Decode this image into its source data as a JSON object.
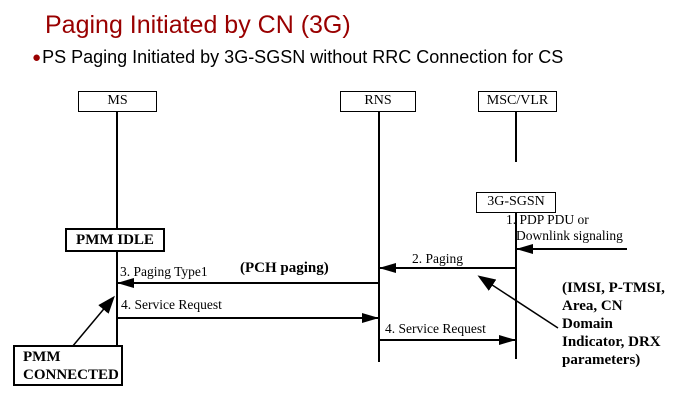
{
  "title": "Paging Initiated by CN (3G)",
  "subtitle": {
    "bullet": "●",
    "text": "PS Paging Initiated by 3G-SGSN without RRC Connection for CS"
  },
  "colors": {
    "title_color": "#990000",
    "line_color": "#000000"
  },
  "actors": {
    "ms": "MS",
    "rns": "RNS",
    "msc_vlr": "MSC/VLR",
    "sgsn": "3G-SGSN"
  },
  "states": {
    "idle": "PMM IDLE",
    "connected_line1": "PMM",
    "connected_line2": "CONNECTED"
  },
  "messages": {
    "m1_line1": "1. PDP PDU or",
    "m1_line2": "Downlink signaling",
    "m2": "2. Paging",
    "m3": "3. Paging Type1",
    "m3_note": "(PCH paging)",
    "m4": "4. Service Request",
    "m5": "4. Service Request"
  },
  "annotation": {
    "lines": [
      "(IMSI, P-TMSI,",
      "Area, CN",
      "Domain",
      "Indicator, DRX",
      "parameters)"
    ]
  }
}
